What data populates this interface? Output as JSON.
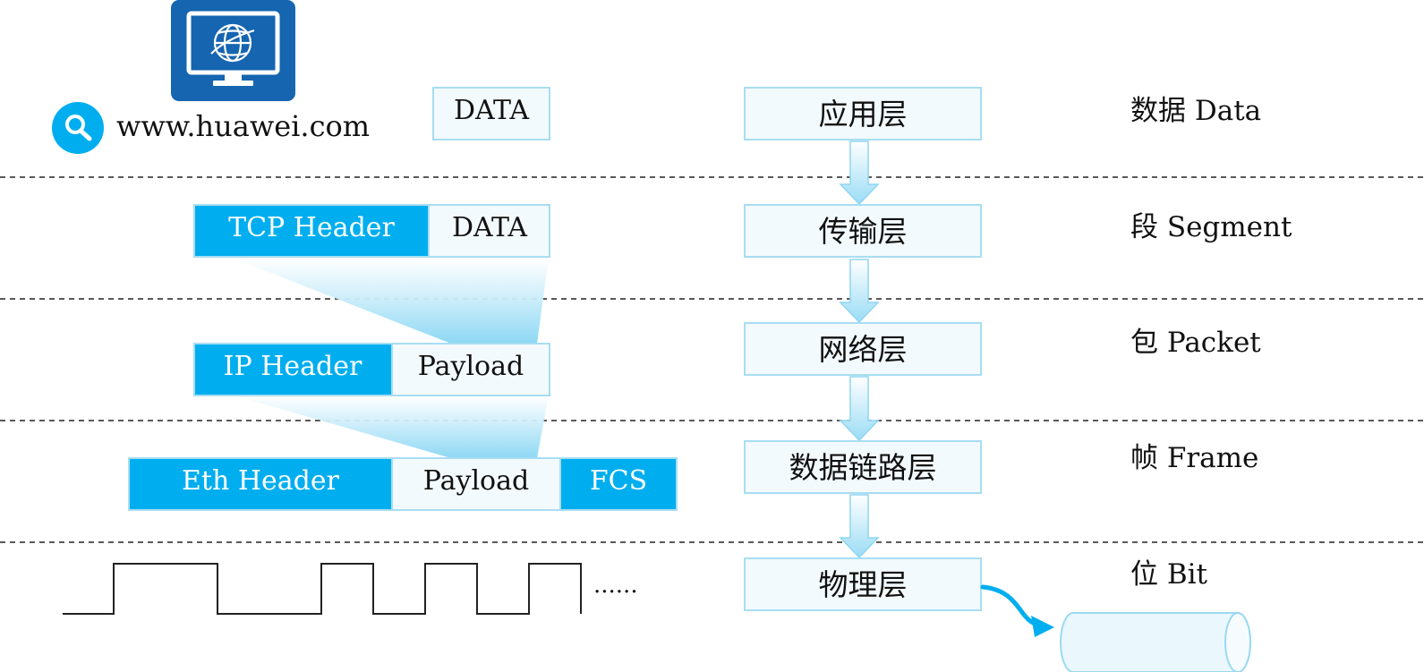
{
  "colors": {
    "accent": "#00AEEF",
    "monitor": "#1565B0",
    "box_fill": "#F3FAFD",
    "box_border": "#A8DDF2",
    "divider": "#222222"
  },
  "computer": {
    "icon": "computer-monitor-globe-icon",
    "search_icon": "magnifier-icon",
    "url": "www.huawei.com"
  },
  "packets": {
    "application": {
      "data": "DATA"
    },
    "transport": {
      "header": "TCP Header",
      "data": "DATA"
    },
    "network": {
      "header": "IP Header",
      "payload": "Payload"
    },
    "datalink": {
      "header": "Eth Header",
      "payload": "Payload",
      "trailer": "FCS"
    },
    "physical": {
      "ellipsis": "......",
      "medium_icon": "cable-cylinder-icon"
    }
  },
  "layers": [
    {
      "name": "应用层",
      "unit": "数据 Data"
    },
    {
      "name": "传输层",
      "unit": "段 Segment"
    },
    {
      "name": "网络层",
      "unit": "包 Packet"
    },
    {
      "name": "数据链路层",
      "unit": "帧 Frame"
    },
    {
      "name": "物理层",
      "unit": "位 Bit"
    }
  ]
}
